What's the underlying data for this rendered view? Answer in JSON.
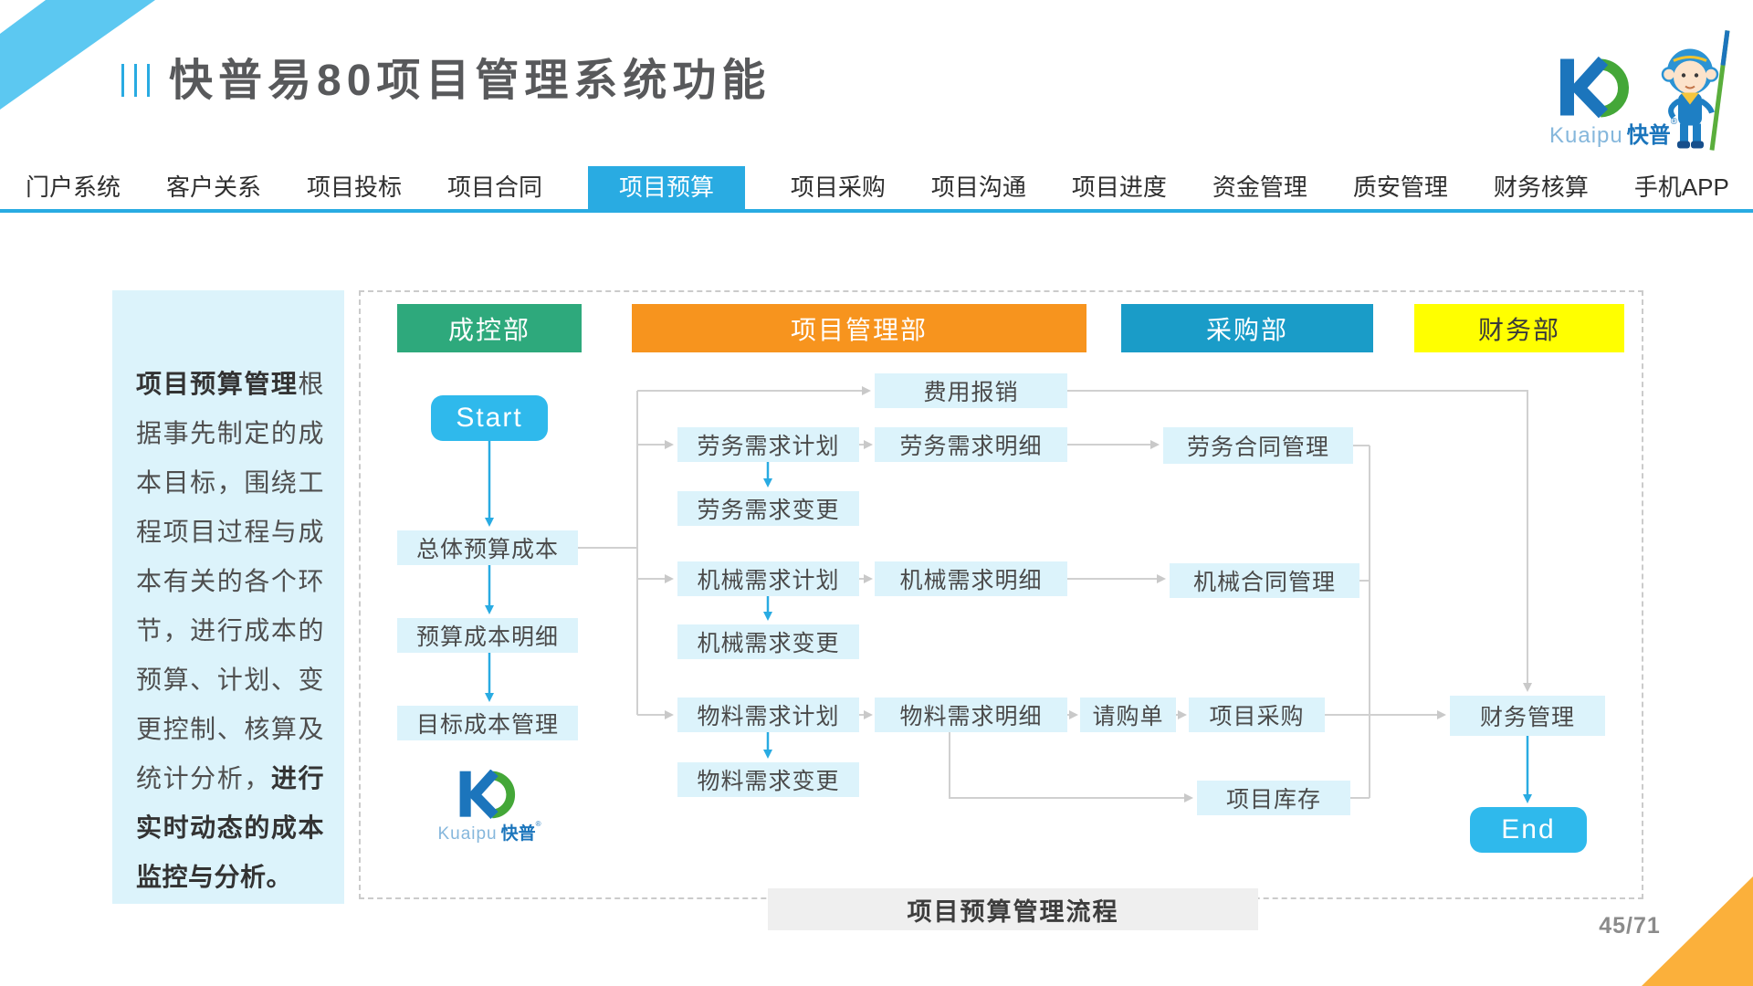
{
  "slide": {
    "title": "快普易80项目管理系统功能",
    "page_number": "45/71"
  },
  "logo": {
    "brand_latin": "Kuaipu",
    "brand_cn": "快普",
    "reg_mark": "®"
  },
  "nav": {
    "active_label": "项目预算",
    "items": [
      {
        "label": "门户系统"
      },
      {
        "label": "客户关系"
      },
      {
        "label": "项目投标"
      },
      {
        "label": "项目合同"
      },
      {
        "label": "项目预算",
        "active": true
      },
      {
        "label": "项目采购"
      },
      {
        "label": "项目沟通"
      },
      {
        "label": "项目进度"
      },
      {
        "label": "资金管理"
      },
      {
        "label": "质安管理"
      },
      {
        "label": "财务核算"
      },
      {
        "label": "手机APP"
      }
    ]
  },
  "sidebar": {
    "text_bold_lead": "项目预算管理",
    "text_body": "根据事先制定的成本目标，围绕工程项目过程与成本有关的各个环节，进行成本的预算、计划、变更控制、核算及统计分析，",
    "text_bold_tail": "进行实时动态的成本监控与分析。"
  },
  "flowchart": {
    "caption": "项目预算管理流程",
    "departments": [
      {
        "label": "成控部",
        "color": "#2EA97C",
        "text_color": "#FFFFFF"
      },
      {
        "label": "项目管理部",
        "color": "#F7941E",
        "text_color": "#FFFFFF"
      },
      {
        "label": "采购部",
        "color": "#1A9CC8",
        "text_color": "#FFFFFF"
      },
      {
        "label": "财务部",
        "color": "#FFFF00",
        "text_color": "#3A3A3A"
      }
    ],
    "nodes": {
      "start": {
        "label": "Start"
      },
      "overall_budget": {
        "label": "总体预算成本"
      },
      "budget_detail": {
        "label": "预算成本明细"
      },
      "target_cost": {
        "label": "目标成本管理"
      },
      "expense": {
        "label": "费用报销"
      },
      "labor_plan": {
        "label": "劳务需求计划"
      },
      "labor_detail": {
        "label": "劳务需求明细"
      },
      "labor_contract": {
        "label": "劳务合同管理"
      },
      "labor_change": {
        "label": "劳务需求变更"
      },
      "machine_plan": {
        "label": "机械需求计划"
      },
      "machine_detail": {
        "label": "机械需求明细"
      },
      "machine_contract": {
        "label": "机械合同管理"
      },
      "machine_change": {
        "label": "机械需求变更"
      },
      "material_plan": {
        "label": "物料需求计划"
      },
      "material_detail": {
        "label": "物料需求明细"
      },
      "purchase_request": {
        "label": "请购单"
      },
      "project_purchase": {
        "label": "项目采购"
      },
      "material_change": {
        "label": "物料需求变更"
      },
      "project_inventory": {
        "label": "项目库存"
      },
      "finance_mgmt": {
        "label": "财务管理"
      },
      "end": {
        "label": "End"
      }
    },
    "edges": [
      {
        "from": "start",
        "to": "overall_budget"
      },
      {
        "from": "overall_budget",
        "to": "budget_detail"
      },
      {
        "from": "budget_detail",
        "to": "target_cost"
      },
      {
        "from": "overall_budget",
        "to": "expense"
      },
      {
        "from": "overall_budget",
        "to": "labor_plan"
      },
      {
        "from": "overall_budget",
        "to": "machine_plan"
      },
      {
        "from": "overall_budget",
        "to": "material_plan"
      },
      {
        "from": "labor_plan",
        "to": "labor_detail"
      },
      {
        "from": "labor_detail",
        "to": "labor_contract"
      },
      {
        "from": "labor_plan",
        "to": "labor_change"
      },
      {
        "from": "machine_plan",
        "to": "machine_detail"
      },
      {
        "from": "machine_detail",
        "to": "machine_contract"
      },
      {
        "from": "machine_plan",
        "to": "machine_change"
      },
      {
        "from": "material_plan",
        "to": "material_detail"
      },
      {
        "from": "material_detail",
        "to": "purchase_request"
      },
      {
        "from": "purchase_request",
        "to": "project_purchase"
      },
      {
        "from": "material_plan",
        "to": "material_change"
      },
      {
        "from": "material_detail",
        "to": "project_inventory"
      },
      {
        "from": "expense",
        "to": "finance_mgmt"
      },
      {
        "from": "labor_contract",
        "to": "finance_mgmt"
      },
      {
        "from": "machine_contract",
        "to": "finance_mgmt"
      },
      {
        "from": "project_purchase",
        "to": "finance_mgmt"
      },
      {
        "from": "project_inventory",
        "to": "finance_mgmt"
      },
      {
        "from": "finance_mgmt",
        "to": "end"
      }
    ]
  },
  "colors": {
    "accent_cyan": "#29ABE2",
    "stripe_cyan": "#5CC8F1",
    "node_bg": "#DCF3FB",
    "pill_bg": "#2FB9EC",
    "connector_gray": "#D0D0D0",
    "corner_orange": "#FBB03B"
  }
}
